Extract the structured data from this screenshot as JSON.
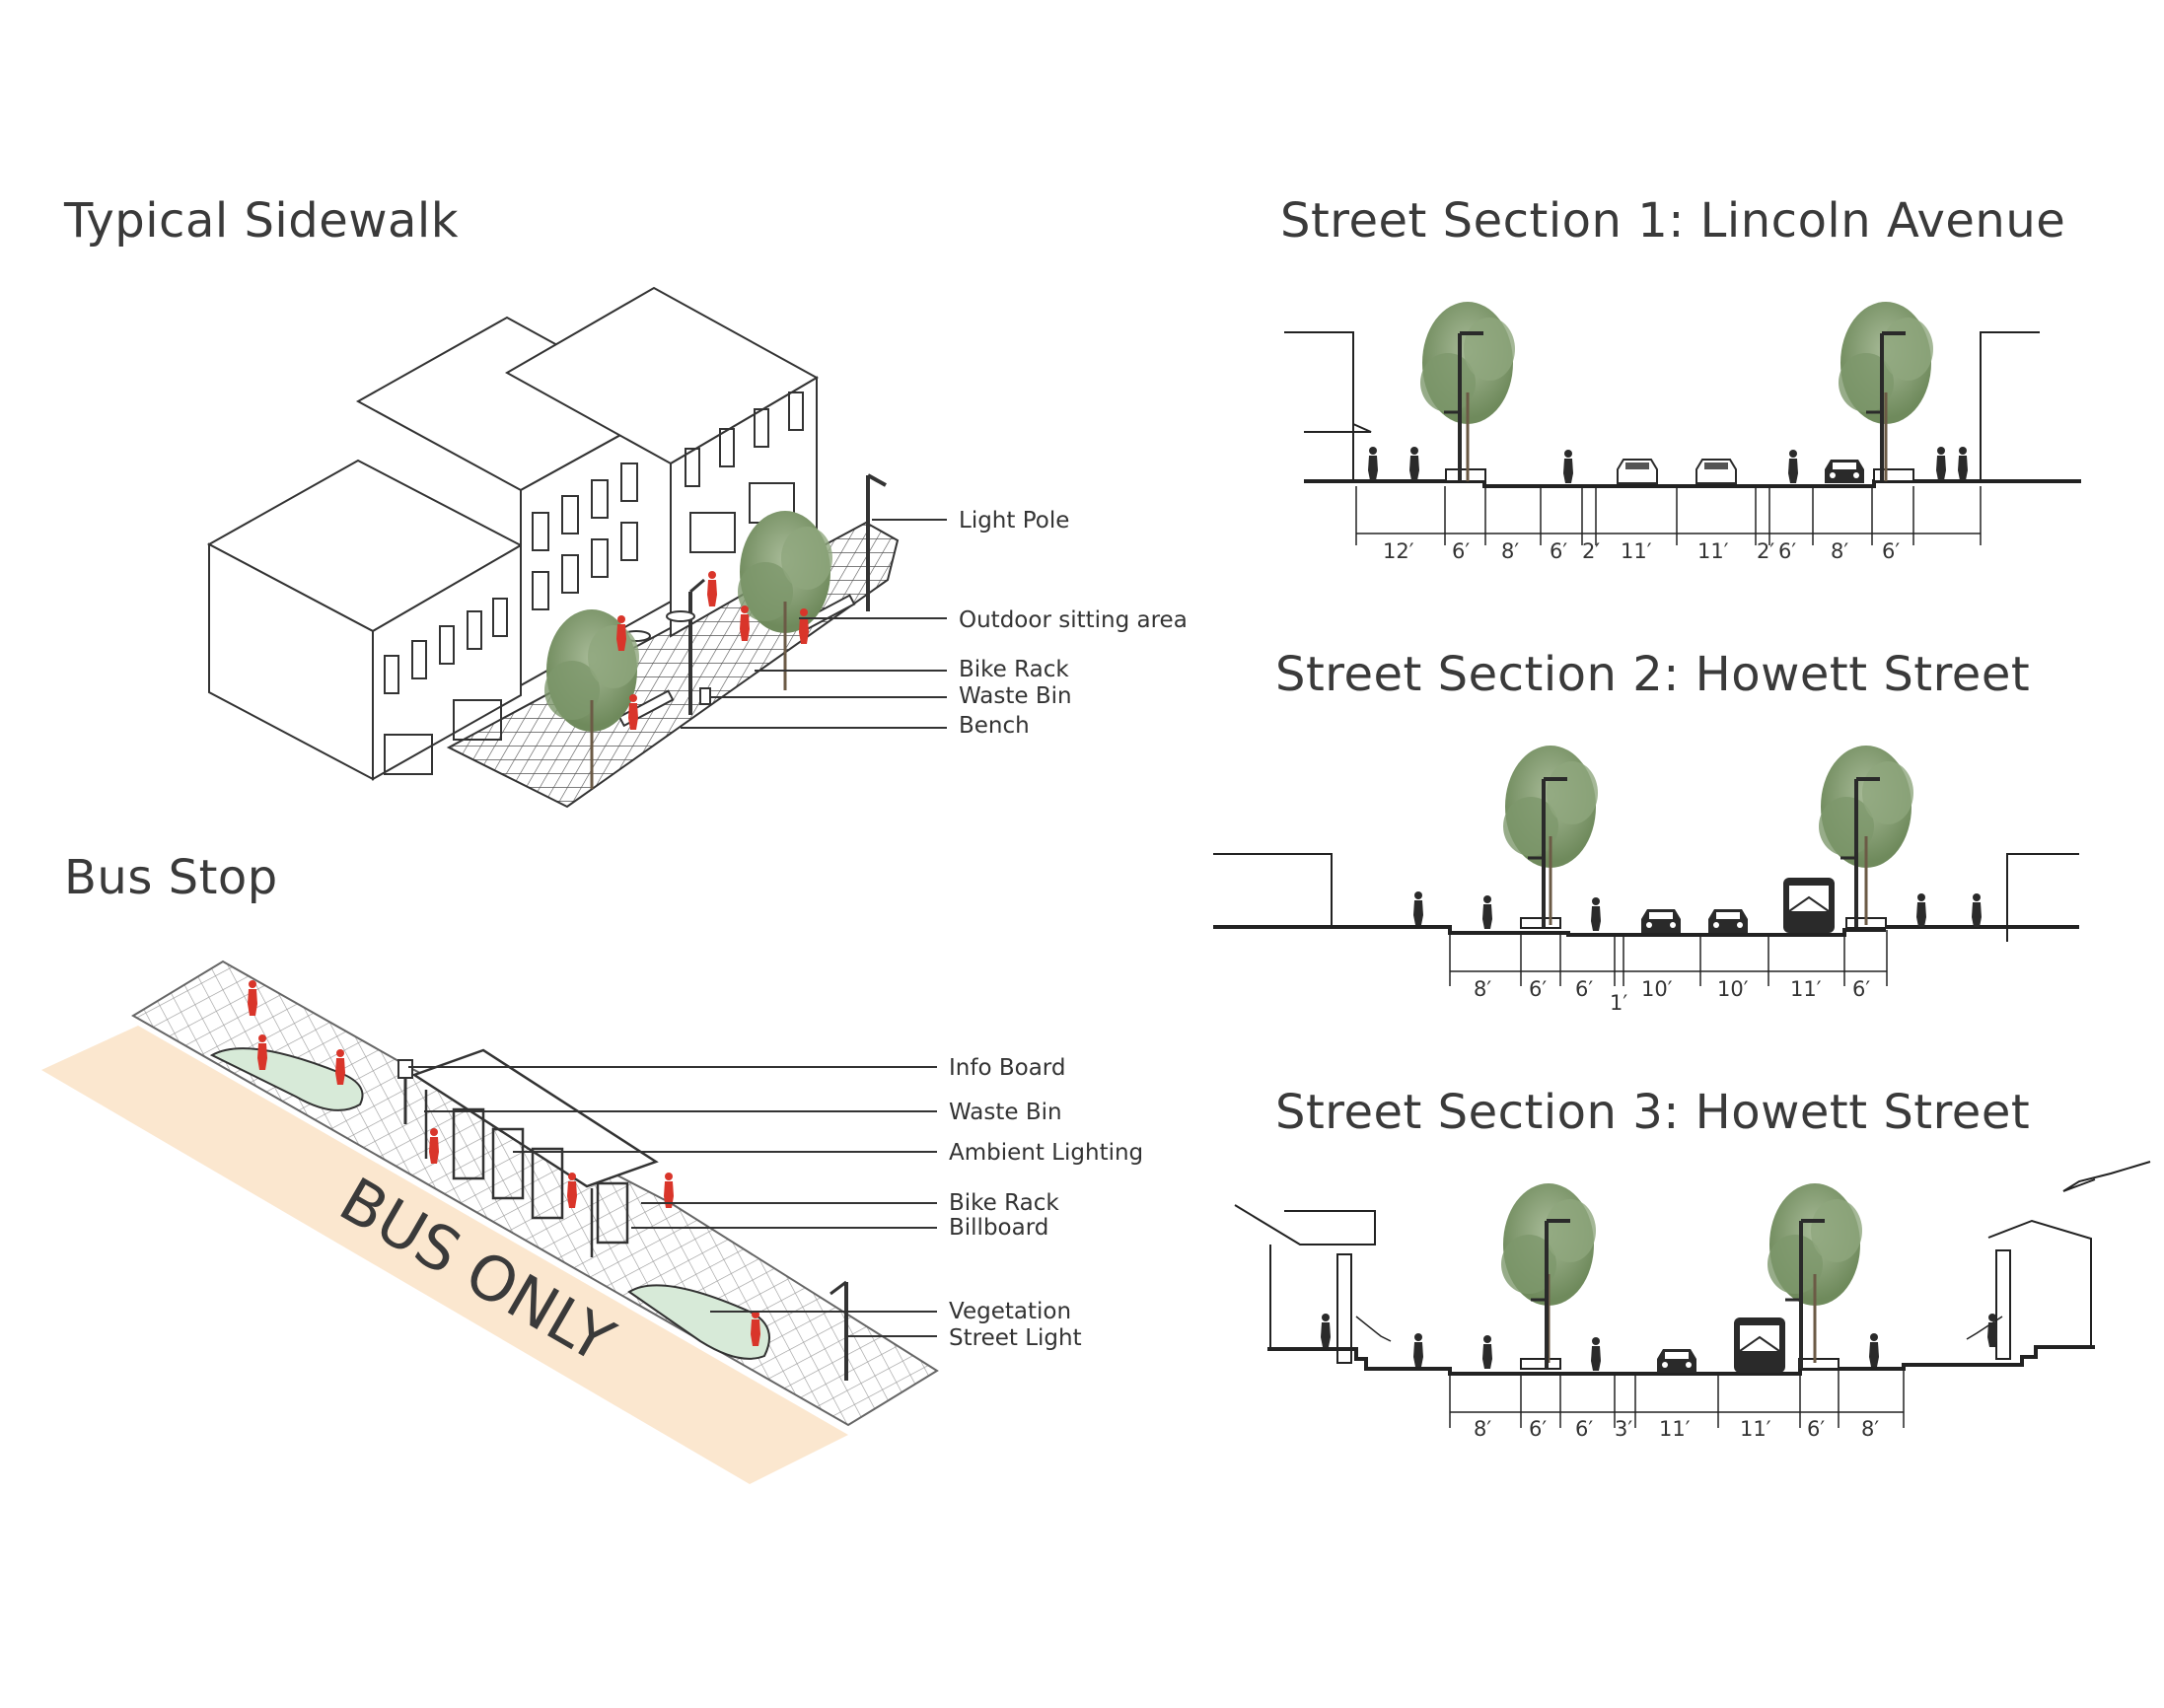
{
  "titles": {
    "typical_sidewalk": "Typical Sidewalk",
    "bus_stop": "Bus Stop",
    "section1": "Street Section 1: Lincoln Avenue",
    "section2": "Street Section 2: Howett Street",
    "section3": "Street Section 3: Howett Street"
  },
  "sidewalk_labels": [
    "Light Pole",
    "Outdoor sitting area",
    "Bike Rack",
    "Waste Bin",
    "Bench"
  ],
  "busstop_labels": [
    "Info Board",
    "Waste Bin",
    "Ambient Lighting",
    "Bike Rack",
    "Billboard",
    "Vegetation",
    "Street Light"
  ],
  "bus_lane_text": "BUS ONLY",
  "section1_dims": [
    "12′",
    "6′",
    "8′",
    "6′",
    "2′",
    "11′",
    "11′",
    "2′",
    "6′",
    "8′",
    "6′"
  ],
  "section2_dims": [
    "8′",
    "6′",
    "6′",
    "1′",
    "10′",
    "10′",
    "11′",
    "6′"
  ],
  "section3_dims": [
    "8′",
    "6′",
    "6′",
    "3′",
    "11′",
    "11′",
    "6′",
    "8′"
  ],
  "colors": {
    "pedestrian": "#d9352a",
    "tree": "#7a9466",
    "tree_light": "#a8bb98",
    "bus_lane": "#fbe7cf",
    "planter": "#d7ead8",
    "line": "#333333"
  }
}
